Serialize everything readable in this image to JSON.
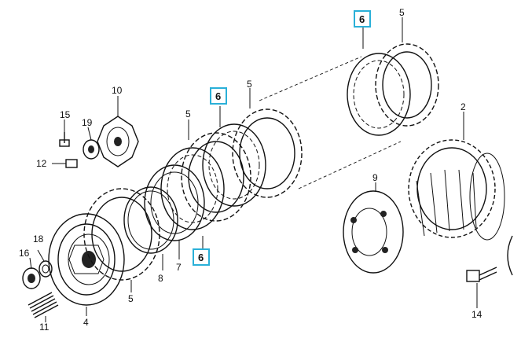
{
  "parts": {
    "p2": "2",
    "p4": "4",
    "p5a": "5",
    "p5b": "5",
    "p5c": "5",
    "p5d": "5",
    "p6a": "6",
    "p6b": "6",
    "p6c": "6",
    "p7": "7",
    "p8": "8",
    "p9": "9",
    "p10": "10",
    "p11": "11",
    "p12": "12",
    "p14": "14",
    "p15": "15",
    "p16": "16",
    "p18": "18",
    "p19": "19"
  },
  "colors": {
    "highlight": "#2ab0d8",
    "ink": "#111111"
  }
}
